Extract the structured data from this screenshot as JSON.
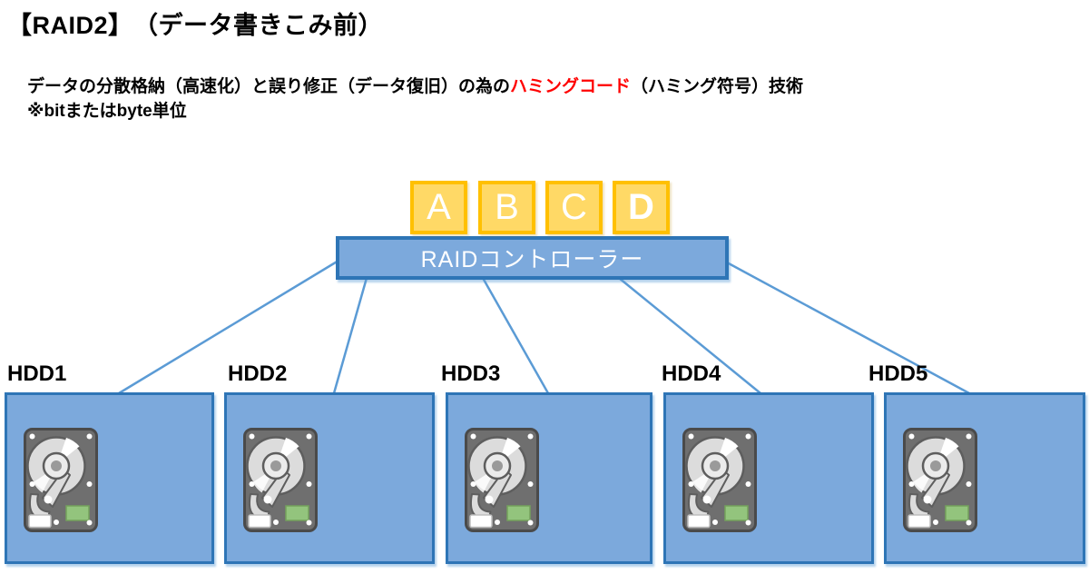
{
  "page": {
    "background": "#FFFFFF"
  },
  "header": {
    "title": "【RAID2】　（データ書きこみ前）",
    "description_before": "データの分散格納（高速化）と誤り修正（データ復旧）の為の",
    "description_highlight": "ハミングコード",
    "description_after": "（ハミング符号）技術",
    "note": "※bitまたはbyte単位",
    "highlight_color": "#FF0000"
  },
  "diagram": {
    "data_blocks": [
      {
        "label": "A"
      },
      {
        "label": "B"
      },
      {
        "label": "C"
      },
      {
        "label": "D"
      }
    ],
    "controller": {
      "label": "RAIDコントローラー"
    },
    "disks": [
      {
        "label": "HDD1"
      },
      {
        "label": "HDD2"
      },
      {
        "label": "HDD3"
      },
      {
        "label": "HDD4"
      },
      {
        "label": "HDD5"
      }
    ],
    "colors": {
      "block_fill": "#FFD966",
      "block_border": "#FFC000",
      "box_fill": "#7CA9DC",
      "box_border": "#2E75B6",
      "connector_line": "#5B9BD5",
      "label_text": "#000000",
      "controller_text": "#FFFFFF",
      "hdd_icon_body": "#6F6F6F",
      "hdd_icon_platter": "#DCDCDC",
      "hdd_icon_chip": "#93C47D"
    }
  }
}
